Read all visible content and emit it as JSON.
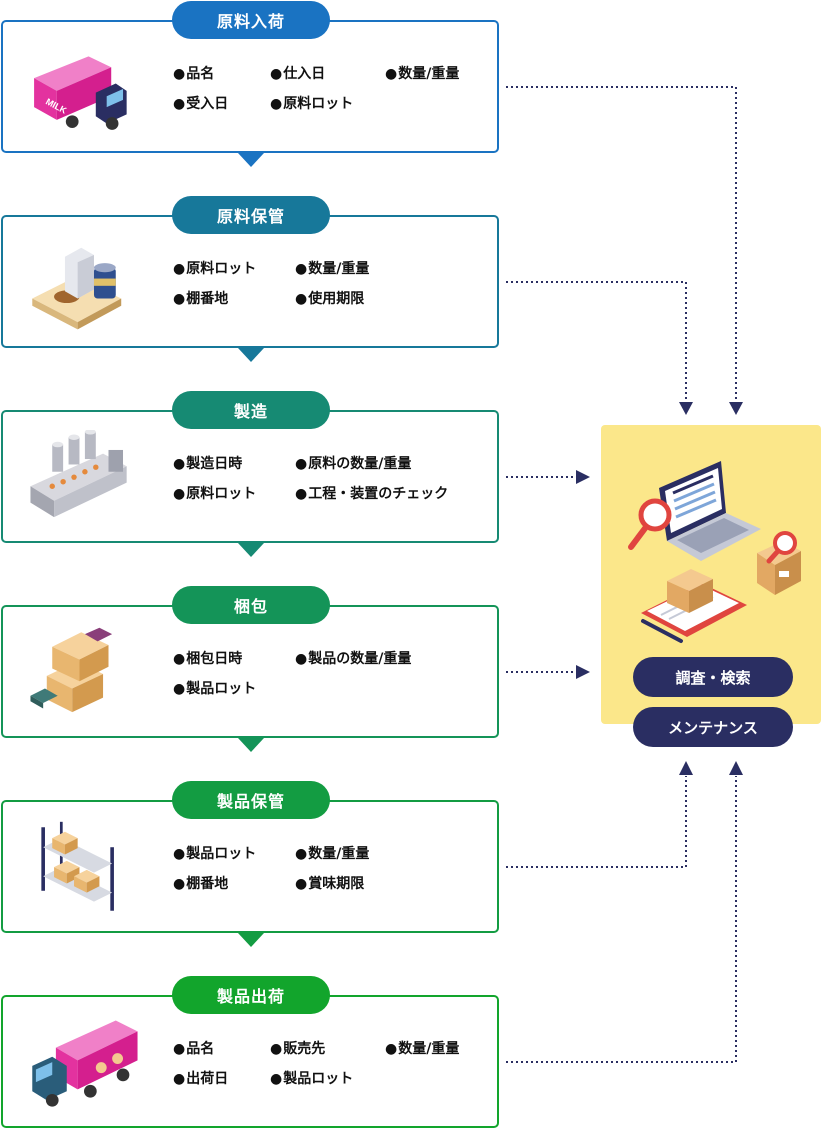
{
  "steps": [
    {
      "title": "原料入荷",
      "color": "#1a73c2",
      "icon": "milk-truck-icon",
      "items": [
        "品名",
        "仕入日",
        "数量/重量",
        "受入日",
        "原料ロット"
      ]
    },
    {
      "title": "原料保管",
      "color": "#17789a",
      "icon": "ingredients-storage-icon",
      "items": [
        "原料ロット",
        "数量/重量",
        "棚番地",
        "使用期限"
      ]
    },
    {
      "title": "製造",
      "color": "#168a73",
      "icon": "factory-machine-icon",
      "items": [
        "製造日時",
        "原料の数量/重量",
        "原料ロット",
        "工程・装置のチェック"
      ]
    },
    {
      "title": "梱包",
      "color": "#149458",
      "icon": "packed-boxes-icon",
      "items": [
        "梱包日時",
        "製品の数量/重量",
        "製品ロット"
      ]
    },
    {
      "title": "製品保管",
      "color": "#139c42",
      "icon": "warehouse-shelf-icon",
      "items": [
        "製品ロット",
        "数量/重量",
        "棚番地",
        "賞味期限"
      ]
    },
    {
      "title": "製品出荷",
      "color": "#12a52c",
      "icon": "delivery-truck-icon",
      "items": [
        "品名",
        "販売先",
        "数量/重量",
        "出荷日",
        "製品ロット"
      ]
    }
  ],
  "panel": {
    "icon": "laptop-search-icon",
    "buttons": [
      "調査・検索",
      "メンテナンス"
    ],
    "color": "#fbe78a",
    "button_color": "#2a2e62"
  },
  "connector_color": "#2a2e62",
  "truck_label": "MILK"
}
